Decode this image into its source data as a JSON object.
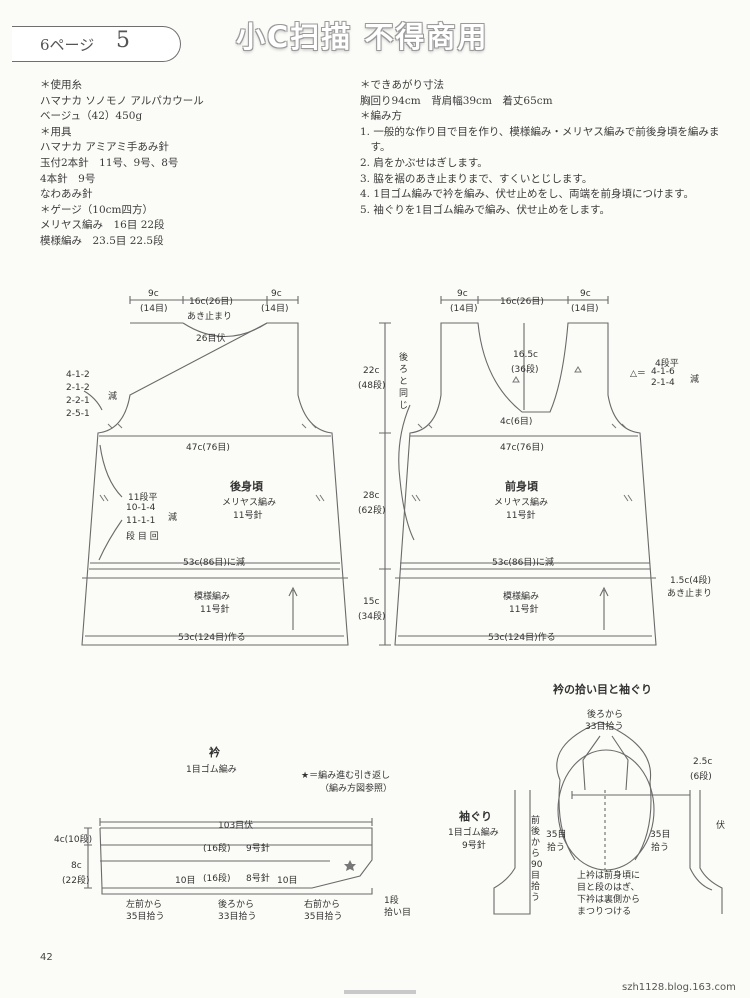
{
  "header": {
    "page_label": "6ページ",
    "page_num": "5",
    "watermark": "小C扫描 不得商用"
  },
  "left_column": [
    "＊使用糸",
    "ハマナカ ソノモノ アルパカウール",
    "ベージュ（42）450g",
    "＊用具",
    "ハマナカ アミアミ手あみ針",
    "玉付2本針　11号、9号、8号",
    "4本針　9号",
    "なわあみ針",
    "＊ゲージ（10cm四方）",
    "メリヤス編み　16目 22段",
    "模様編み　23.5目 22.5段"
  ],
  "right_column": [
    "＊できあがり寸法",
    "胸回り94cm　背肩幅39cm　着丈65cm",
    "＊編み方",
    "1. 一般的な作り目で目を作り、模様編み・メリヤス編みで前後身頃を編みま",
    "　す。",
    "2. 肩をかぶせはぎします。",
    "3. 脇を裾のあき止まりまで、すくいとじします。",
    "4. 1目ゴム編みで衿を編み、伏せ止めをし、両端を前身頃につけます。",
    "5. 袖ぐりを1目ゴム編みで編み、伏せ止めをします。"
  ],
  "back": {
    "shoulder_l": "9c",
    "shoulder_l_st": "(14目)",
    "neck": "16c(26目)",
    "neck_note": "あき止まり",
    "shoulder_r": "9c",
    "shoulder_r_st": "(14目)",
    "neck_fuse": "26目伏",
    "arm_dec": [
      "4-1-2",
      "2-1-2",
      "2-2-1",
      "2-5-1"
    ],
    "dec": "減",
    "chest": "47c(76目)",
    "title": "後身頃",
    "stitch": "メリヤス編み",
    "needle": "11号針",
    "side_dec": [
      "11段平",
      "10-1-4",
      "11-1-1",
      "段 目 回"
    ],
    "side_dec_mark": "減",
    "waist": "53c(86目)に減",
    "pattern": "模様編み",
    "pattern_needle": "11号針",
    "cast_on": "53c(124目)作る"
  },
  "heights": {
    "upper": "22c",
    "upper_rows": "(48段)",
    "mid": "28c",
    "mid_rows": "(62段)",
    "low": "15c",
    "low_rows": "(34段)"
  },
  "front": {
    "shoulder_l": "9c",
    "shoulder_l_st": "(14目)",
    "neck": "16c(26目)",
    "shoulder_r": "9c",
    "shoulder_r_st": "(14目)",
    "same_as_back": "後ろと同じ",
    "neck_depth": "16.5c",
    "neck_depth_rows": "(36段)",
    "neck_bottom": "4c(6目)",
    "neck_dec": [
      "4段平",
      "4-1-6",
      "2-1-4"
    ],
    "neck_dec_prefix": "△＝",
    "neck_dec_mark": "減",
    "triangle": "△",
    "chest": "47c(76目)",
    "title": "前身頃",
    "stitch": "メリヤス編み",
    "needle": "11号針",
    "waist": "53c(86目)に減",
    "pattern": "模様編み",
    "pattern_needle": "11号針",
    "cast_on": "53c(124目)作る",
    "slit": "1.5c(4段)",
    "slit_note": "あき止まり"
  },
  "collar": {
    "title": "衿",
    "sub": "1目ゴム編み",
    "note1": "★＝編み進む引き返し",
    "note2": "（編み方図参照）",
    "top": "103目伏",
    "h1": "4c(10段)",
    "h2": "8c",
    "h2_rows": "(22段)",
    "row1": "(16段)",
    "row1_needle": "9号針",
    "row2": "(16段)",
    "row2_needle": "8号針",
    "ten_l": "10目",
    "ten_r": "10目",
    "pick_l1": "左前から",
    "pick_l2": "35目拾う",
    "pick_c1": "後ろから",
    "pick_c2": "33目拾う",
    "pick_r1": "右前から",
    "pick_r2": "35目拾う",
    "one_row1": "1段",
    "one_row2": "拾い目"
  },
  "armhole": {
    "title": "衿の拾い目と袖ぐり",
    "back_pick1": "後ろから",
    "back_pick2": "33目拾う",
    "right_w": "2.5c",
    "right_rows": "(6段)",
    "sleeve": "袖ぐり",
    "sleeve_sub": "1目ゴム編み",
    "sleeve_needle": "9号針",
    "left_35": "35目",
    "left_35b": "拾う",
    "front_back_vertical": "前後から90目拾う",
    "right_35": "35目",
    "right_35b": "拾う",
    "side": "伏",
    "note1": "上衿は前身頃に",
    "note2": "目と段のはぎ、",
    "note3": "下衿は裏側から",
    "note4": "まつりつける"
  },
  "footer": {
    "page": "42",
    "blog": "szh1128.blog.163.com"
  }
}
